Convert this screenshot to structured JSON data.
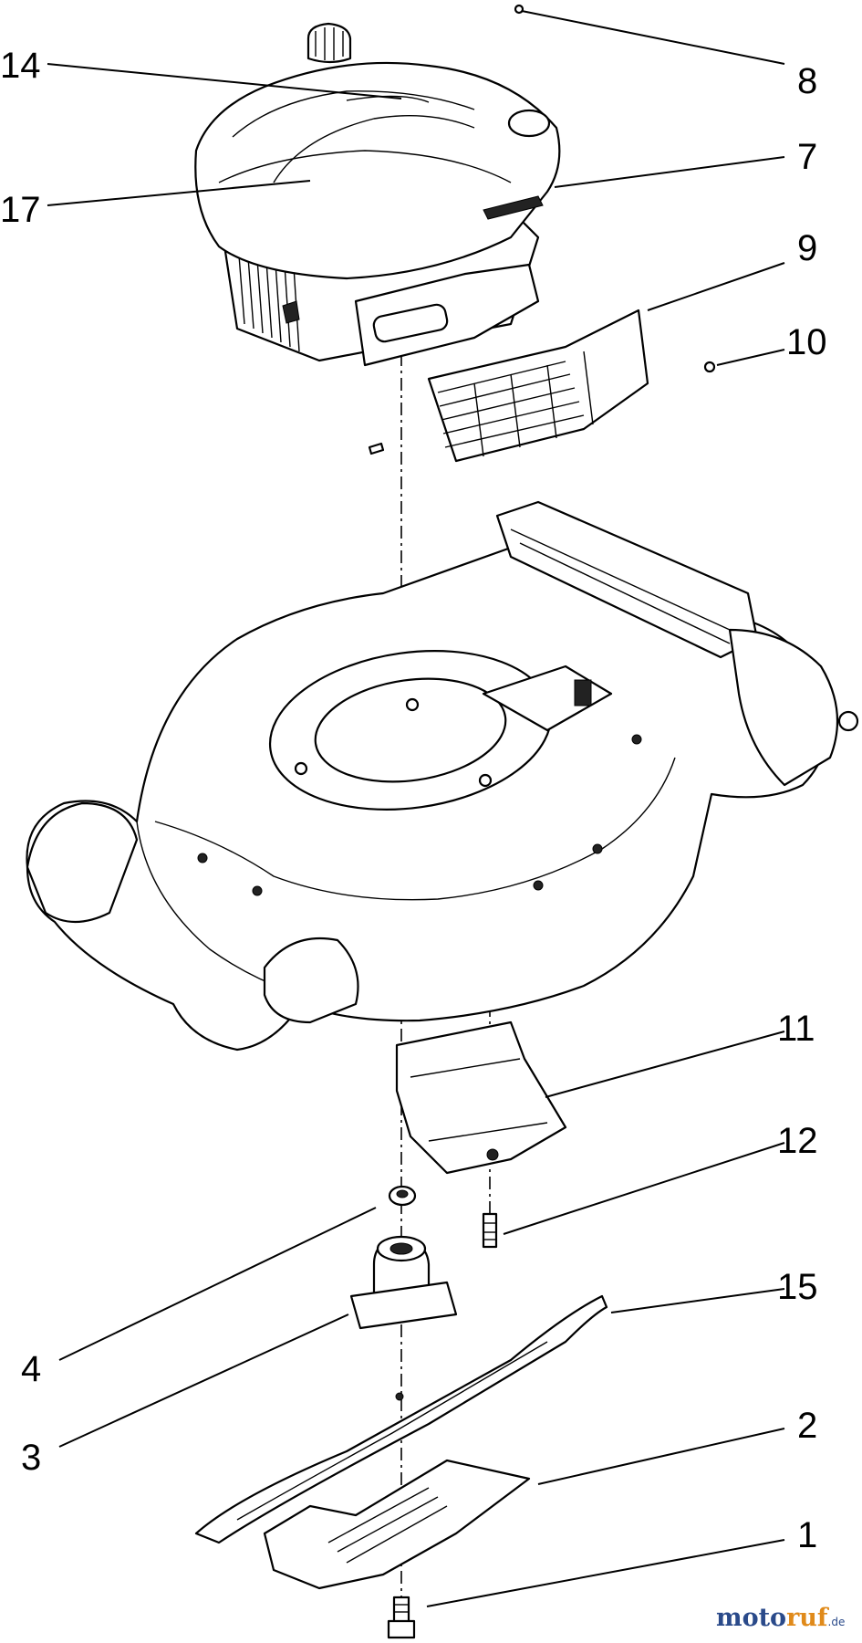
{
  "callouts": [
    {
      "id": "14",
      "label": "14"
    },
    {
      "id": "17",
      "label": "17"
    },
    {
      "id": "8",
      "label": "8"
    },
    {
      "id": "7",
      "label": "7"
    },
    {
      "id": "9",
      "label": "9"
    },
    {
      "id": "10",
      "label": "10"
    },
    {
      "id": "11",
      "label": "11"
    },
    {
      "id": "12",
      "label": "12"
    },
    {
      "id": "15",
      "label": "15"
    },
    {
      "id": "4",
      "label": "4"
    },
    {
      "id": "3",
      "label": "3"
    },
    {
      "id": "2",
      "label": "2"
    },
    {
      "id": "1",
      "label": "1"
    }
  ],
  "watermark": {
    "part1": "moto",
    "part2": "ruf",
    "part3": ".de"
  }
}
